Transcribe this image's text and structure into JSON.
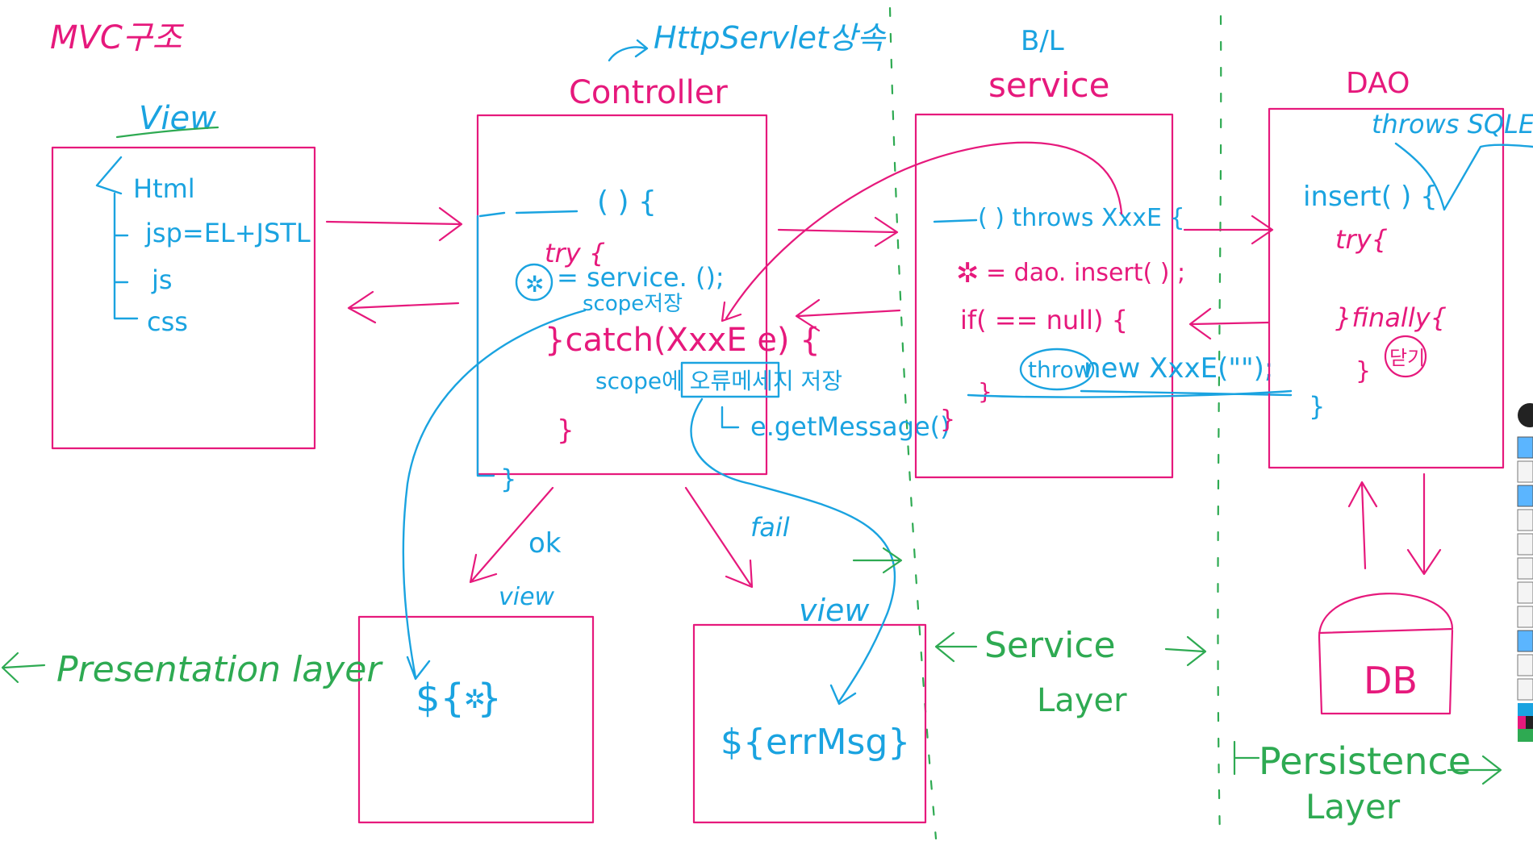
{
  "title": "MVC구조",
  "view_box": {
    "heading": "View",
    "html": "Html",
    "jsp": "jsp=EL+JSTL",
    "js": "js",
    "css": "css"
  },
  "controller": {
    "heading": "Controller",
    "extends_note": "HttpServlet상속",
    "method": "( )  {",
    "try": "try {",
    "call": "= service. ();",
    "scope_save": "scope저장",
    "catch": "}catch(XxxE e) {",
    "scope_error": "scope에 오류메세지 저장",
    "error_box": "오류메세지",
    "get_message": "e.getMessage()",
    "close_brace": "}",
    "close_brace2": "}",
    "ok": "ok",
    "fail": "fail"
  },
  "service": {
    "bl": "B/L",
    "heading": "service",
    "method": "( ) throws XxxE {",
    "insert": "= dao. insert( ) ;",
    "if": "if( == null) {",
    "throw": "throw",
    "new": "new XxxE(\"\");",
    "close1": "}",
    "close2": "}"
  },
  "dao": {
    "heading": "DAO",
    "throws": "throws SQLEx",
    "insert": "insert( )  {",
    "try": "try{",
    "finally": "}finally{",
    "close_label": "닫기",
    "close1": "}",
    "close2": "}"
  },
  "view_ok": {
    "label": "view",
    "expr": "${ }"
  },
  "view_fail": {
    "label": "view",
    "expr": "${errMsg}"
  },
  "db": {
    "label": "DB"
  },
  "layers": {
    "presentation": "Presentation layer",
    "service_1": "Service",
    "service_2": "Layer",
    "persistence_1": "Persistence",
    "persistence_2": "Layer"
  },
  "colors": {
    "pink": "#e6197c",
    "blue": "#1aa3e0",
    "green": "#2eaa52"
  },
  "toolbar": {
    "icons": [
      "pen-icon",
      "eye-icon",
      "cursor-icon",
      "highlighter-icon",
      "rectangle-icon",
      "eraser-icon",
      "dot-icon",
      "undo-icon",
      "trash-icon",
      "close-icon",
      "camera-icon",
      "page-icon",
      "color-swatch-icon"
    ]
  }
}
